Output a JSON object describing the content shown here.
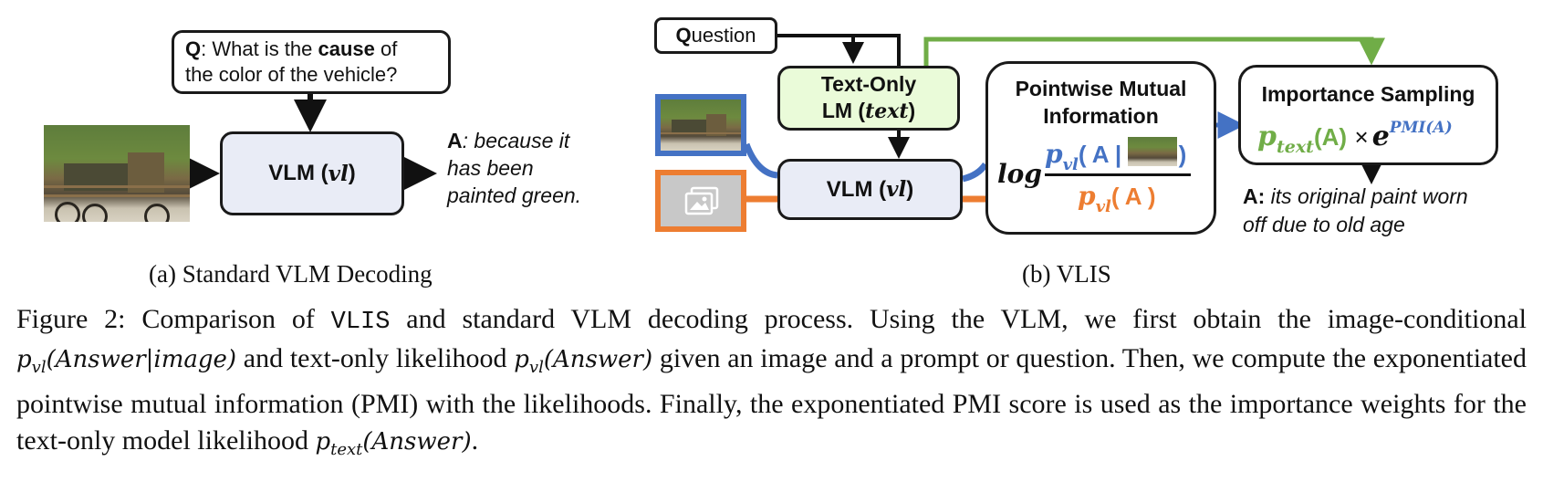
{
  "panel_a": {
    "question": {
      "q_prefix": "Q",
      "text_1": ": What is the ",
      "bold_word": "cause",
      "text_2": " of",
      "line_2": "the color of the vehicle?"
    },
    "vlm_label": "VLM (",
    "vlm_var": "vl",
    "vlm_close": ")",
    "answer": {
      "a_prefix": "A",
      "line_1": ": because it",
      "line_2": "has been",
      "line_3": "painted green."
    },
    "caption": "(a) Standard VLM Decoding"
  },
  "panel_b": {
    "question_q": "Q",
    "question_rest": "uestion",
    "text_lm_line1": "Text-Only",
    "text_lm_line2": "LM (",
    "text_lm_var": "text",
    "text_lm_close": ")",
    "vlm_label": "VLM (",
    "vlm_var": "vl",
    "vlm_close": ")",
    "pmi_title_1": "Pointwise Mutual",
    "pmi_title_2": "Information",
    "pmi_log": "log",
    "pmi_num_p": "p",
    "pmi_num_sub": "vl",
    "pmi_num_a": "( A |",
    "pmi_num_close": ")",
    "pmi_den_p": "p",
    "pmi_den_sub": "vl",
    "pmi_den_a": "( A )",
    "is_title": "Importance Sampling",
    "is_p": "p",
    "is_sub": "text",
    "is_a": "(A)",
    "is_times": "×",
    "is_e": "e",
    "is_exp": "PMI(A)",
    "answer_prefix": "A:",
    "answer_line_1": "its original paint worn",
    "answer_line_2": "off due to old age",
    "caption": "(b) VLIS"
  },
  "colors": {
    "blue": "#4472c4",
    "orange": "#ed7d31",
    "green": "#70ad47",
    "vlm_fill": "#e9ecf6",
    "text_lm_fill": "#eafbd9"
  },
  "figure_caption": {
    "label": "Figure 2: Comparison of ",
    "vlis": "VLIS",
    "s1": " and standard VLM decoding process. Using the VLM, we first obtain the image-conditional ",
    "m1_p": "p",
    "m1_sub": "vl",
    "m1_rest": "(Answer|image)",
    "s2": " and text-only likelihood ",
    "m2_p": "p",
    "m2_sub": "vl",
    "m2_rest": "(Answer)",
    "s3": " given an image and a prompt or question. Then, we compute the exponentiated pointwise mutual information (PMI) with the likelihoods. Finally, the exponentiated PMI score is used as the importance weights for the text-only model likelihood ",
    "m3_p": "p",
    "m3_sub": "text",
    "m3_rest": "(Answer)",
    "s4": "."
  }
}
